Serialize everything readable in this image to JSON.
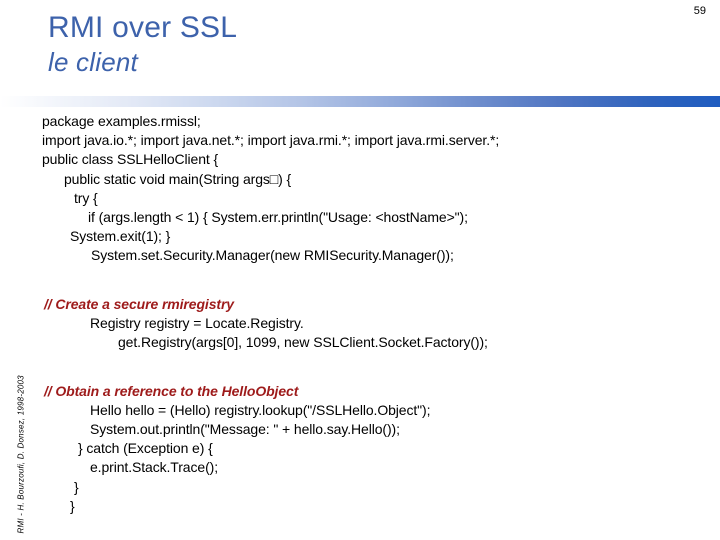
{
  "slide": {
    "page_number": "59",
    "title": "RMI over SSL",
    "subtitle": "le client",
    "footer": "RMI - H. Bourzoufi, D. Donsez, 1998-2003",
    "title_color": "#3d62ab",
    "comment_color": "#9e1b1b",
    "divider_color_start": "#ffffff",
    "divider_color_end": "#1e5cc0"
  },
  "code": {
    "lines": [
      {
        "text": "package examples.rmissl;",
        "style": "plain",
        "indent": "i0"
      },
      {
        "text": "import java.io.*; import java.net.*; import java.rmi.*; import java.rmi.server.*;",
        "style": "plain",
        "indent": "i0"
      },
      {
        "text": "public class SSLHelloClient {",
        "style": "plain",
        "indent": "i0"
      },
      {
        "text": "public static void main(String args□) {",
        "style": "plain",
        "indent": "i1"
      },
      {
        "text": "try {",
        "style": "plain",
        "indent": "i2"
      },
      {
        "text": "if (args.length < 1) { System.err.println(\"Usage: <hostName>\");",
        "style": "plain",
        "indent": "i3"
      },
      {
        "text": "System.exit(1); }",
        "style": "plain",
        "indent": "i4"
      },
      {
        "text": "System.set.Security.Manager(new RMISecurity.Manager());",
        "style": "plain",
        "indent": "i5"
      },
      {
        "text": "",
        "style": "spacer",
        "indent": "i0"
      },
      {
        "text": "",
        "style": "spacer-small",
        "indent": "i0"
      },
      {
        "text": "// Create a secure rmiregistry",
        "style": "comment",
        "indent": "i6"
      },
      {
        "text": "Registry registry = Locate.Registry.",
        "style": "plain",
        "indent": "i7"
      },
      {
        "text": "get.Registry(args[0], 1099, new SSLClient.Socket.Factory());",
        "style": "plain",
        "indent": "i8"
      },
      {
        "text": "",
        "style": "spacer",
        "indent": "i0"
      },
      {
        "text": "",
        "style": "spacer-small",
        "indent": "i0"
      },
      {
        "text": "// Obtain a reference to the HelloObject",
        "style": "comment",
        "indent": "i6"
      },
      {
        "text": "Hello hello = (Hello) registry.lookup(\"/SSLHello.Object\");",
        "style": "plain",
        "indent": "i7"
      },
      {
        "text": "System.out.println(\"Message: \" + hello.say.Hello());",
        "style": "plain",
        "indent": "i7"
      },
      {
        "text": "} catch (Exception e) {",
        "style": "plain",
        "indent": "i9"
      },
      {
        "text": "e.print.Stack.Trace();",
        "style": "plain",
        "indent": "i7"
      },
      {
        "text": "}",
        "style": "plain",
        "indent": "i2"
      },
      {
        "text": "}",
        "style": "plain",
        "indent": "i4"
      }
    ]
  }
}
